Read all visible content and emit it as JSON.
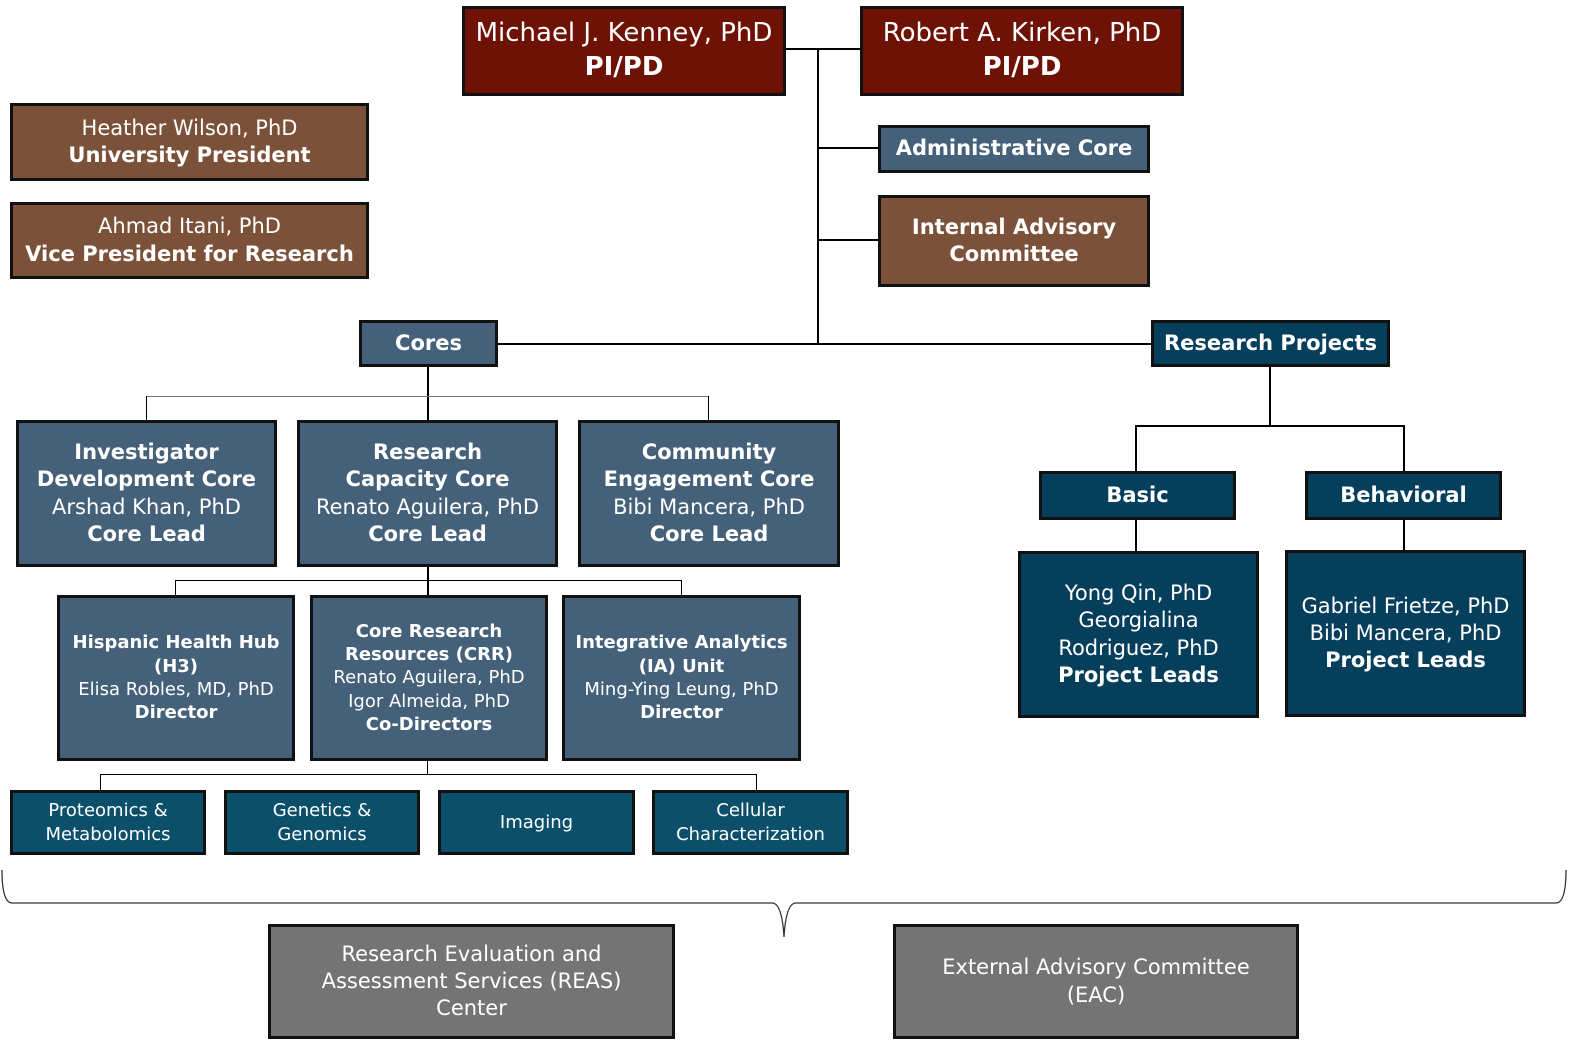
{
  "leadership": {
    "pi1": {
      "name": "Michael J. Kenney, PhD",
      "role": "PI/PD"
    },
    "pi2": {
      "name": "Robert A. Kirken, PhD",
      "role": "PI/PD"
    },
    "president": {
      "name": "Heather Wilson, PhD",
      "role": "University President"
    },
    "vpr": {
      "name": "Ahmad Itani, PhD",
      "role": "Vice President for Research"
    },
    "admin_core": "Administrative Core",
    "iac": {
      "line1": "Internal Advisory",
      "line2": "Committee"
    }
  },
  "cores": {
    "label": "Cores",
    "items": [
      {
        "title1": "Investigator",
        "title2": "Development Core",
        "name": "Arshad Khan, PhD",
        "role": "Core Lead"
      },
      {
        "title1": "Research",
        "title2": "Capacity Core",
        "name": "Renato Aguilera, PhD",
        "role": "Core Lead"
      },
      {
        "title1": "Community",
        "title2": "Engagement Core",
        "name": "Bibi Mancera, PhD",
        "role": "Core Lead"
      }
    ],
    "units": [
      {
        "title1": "Hispanic Health Hub",
        "title2": "(H3)",
        "name1": "Elisa Robles, MD, PhD",
        "role": "Director"
      },
      {
        "title1": "Core Research",
        "title2": "Resources (CRR)",
        "name1": "Renato Aguilera, PhD",
        "name2": "Igor Almeida, PhD",
        "role": "Co-Directors"
      },
      {
        "title1": "Integrative Analytics",
        "title2": "(IA) Unit",
        "name1": "Ming-Ying Leung, PhD",
        "role": "Director"
      }
    ],
    "facilities": [
      {
        "line1": "Proteomics &",
        "line2": "Metabolomics"
      },
      {
        "line1": "Genetics &",
        "line2": "Genomics"
      },
      {
        "line1": "Imaging"
      },
      {
        "line1": "Cellular",
        "line2": "Characterization"
      }
    ]
  },
  "projects": {
    "label": "Research Projects",
    "basic": {
      "label": "Basic",
      "name1": "Yong Qin, PhD",
      "name2": "Georgialina",
      "name3": "Rodriguez, PhD",
      "role": "Project Leads"
    },
    "behavioral": {
      "label": "Behavioral",
      "name1": "Gabriel Frietze, PhD",
      "name2": "Bibi Mancera, PhD",
      "role": "Project Leads"
    }
  },
  "external": {
    "reas": {
      "line1": "Research Evaluation and",
      "line2": "Assessment Services (REAS)",
      "line3": "Center"
    },
    "eac": {
      "line1": "External Advisory Committee",
      "line2": "(EAC)"
    }
  },
  "colors": {
    "maroon": "#6e1206",
    "brown": "#7b513a",
    "slate": "#446179",
    "navy": "#063f5c",
    "teal": "#0b4f6a",
    "gray": "#747474"
  }
}
